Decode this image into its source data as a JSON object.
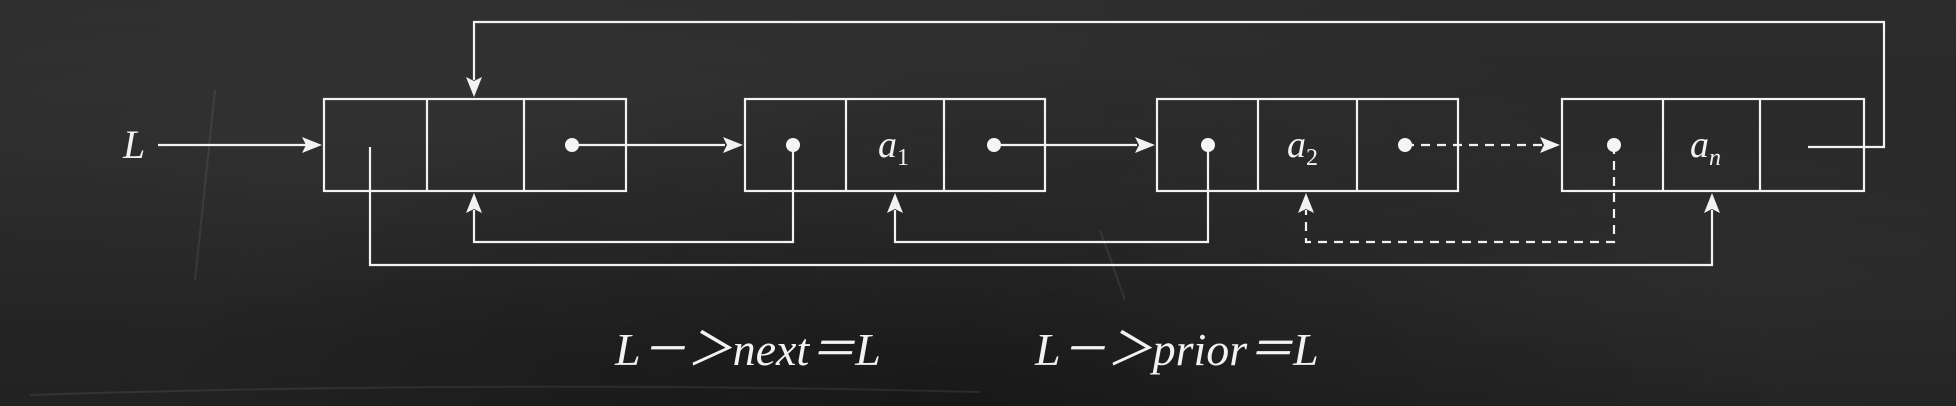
{
  "diagram": {
    "head_label": "L",
    "nodes": [
      {
        "id": "head",
        "data": ""
      },
      {
        "id": "n1",
        "data": "a",
        "sub": "1"
      },
      {
        "id": "n2",
        "data": "a",
        "sub": "2"
      },
      {
        "id": "nn",
        "data": "a",
        "sub": "n"
      }
    ],
    "caption_next": "L－＞next＝L",
    "caption_prior": "L－＞prior＝L"
  },
  "colors": {
    "chalk": "#f2f2f2",
    "board": "#2a2a2a"
  }
}
